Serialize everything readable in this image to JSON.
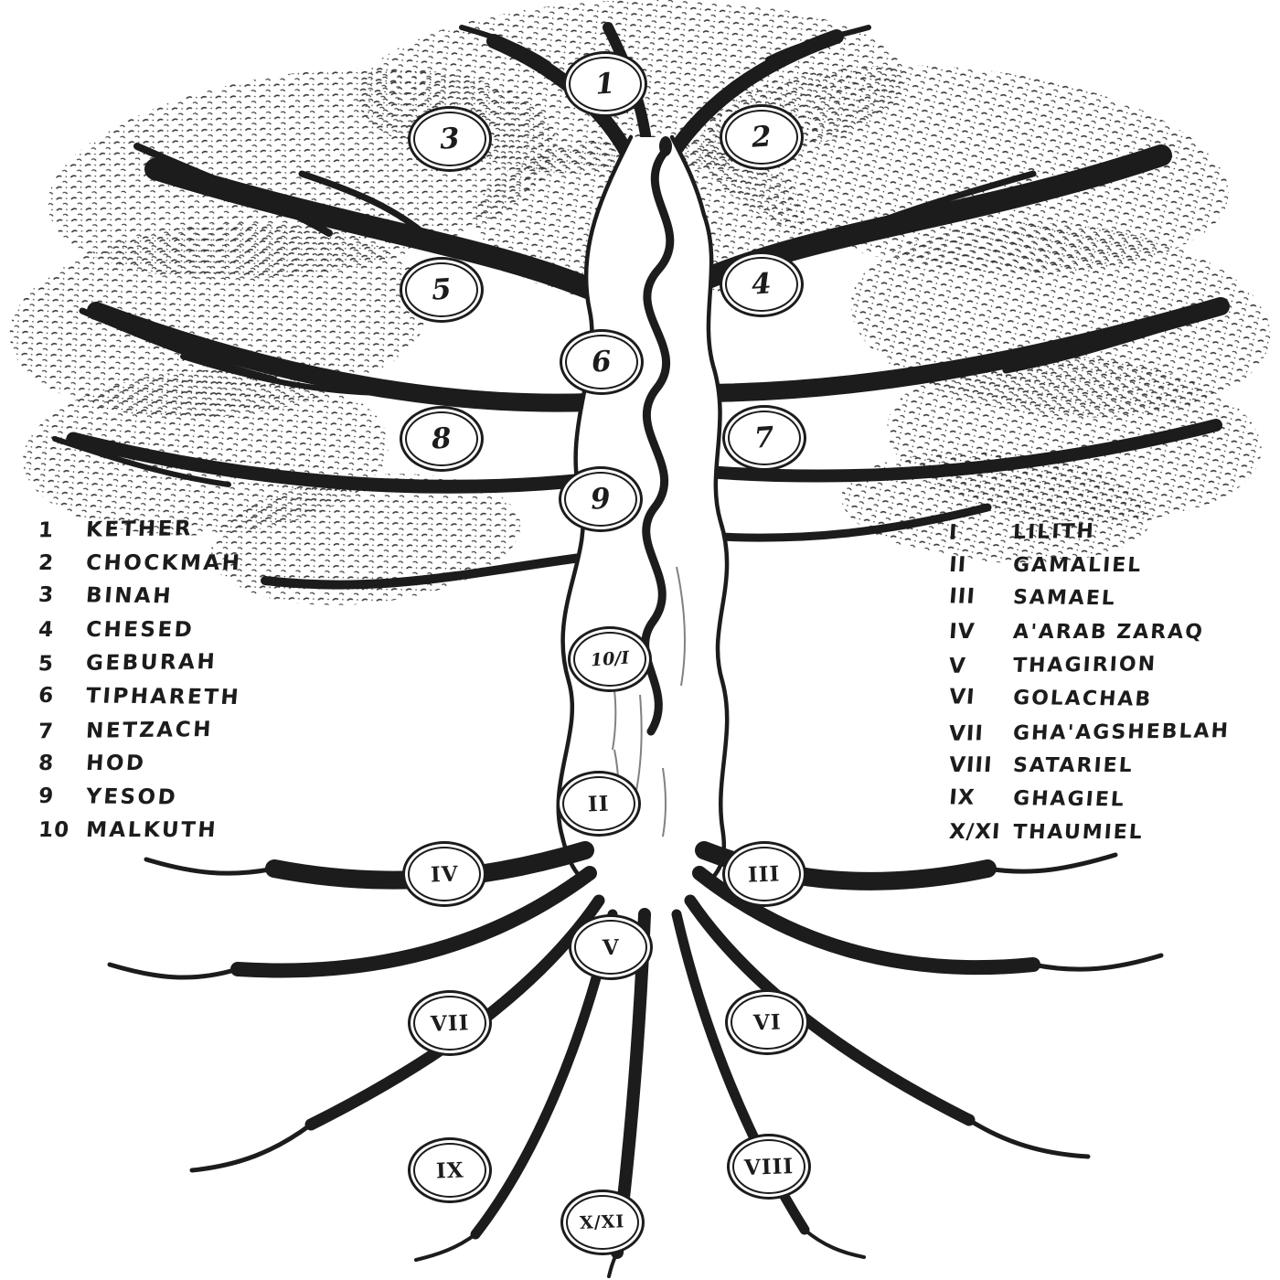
{
  "canvas": {
    "background": "#ffffff",
    "ink": "#1c1c1c"
  },
  "sephiroth_legend": {
    "items": [
      {
        "num": "1",
        "name": "KETHER"
      },
      {
        "num": "2",
        "name": "CHOCKMAH"
      },
      {
        "num": "3",
        "name": "BINAH"
      },
      {
        "num": "4",
        "name": "CHESED"
      },
      {
        "num": "5",
        "name": "GEBURAH"
      },
      {
        "num": "6",
        "name": "TIPHARETH"
      },
      {
        "num": "7",
        "name": "NETZACH"
      },
      {
        "num": "8",
        "name": "HOD"
      },
      {
        "num": "9",
        "name": "YESOD"
      },
      {
        "num": "10",
        "name": "MALKUTH"
      }
    ]
  },
  "qliphoth_legend": {
    "items": [
      {
        "num": "I",
        "name": "LILITH"
      },
      {
        "num": "II",
        "name": "GAMALIEL"
      },
      {
        "num": "III",
        "name": "SAMAEL"
      },
      {
        "num": "IV",
        "name": "A'ARAB ZARAQ"
      },
      {
        "num": "V",
        "name": "THAGIRION"
      },
      {
        "num": "VI",
        "name": "GOLACHAB"
      },
      {
        "num": "VII",
        "name": "GHA'AGSHEBLAH"
      },
      {
        "num": "VIII",
        "name": "SATARIEL"
      },
      {
        "num": "IX",
        "name": "GHAGIEL"
      },
      {
        "num": "X/XI",
        "name": "THAUMIEL"
      }
    ]
  },
  "tree_nodes": {
    "sephiroth": [
      {
        "label": "1"
      },
      {
        "label": "2"
      },
      {
        "label": "3"
      },
      {
        "label": "4"
      },
      {
        "label": "5"
      },
      {
        "label": "6"
      },
      {
        "label": "7"
      },
      {
        "label": "8"
      },
      {
        "label": "9"
      }
    ],
    "shared_malkuth_lilith": {
      "label": "10/I"
    },
    "qliphoth": [
      {
        "label": "II"
      },
      {
        "label": "III"
      },
      {
        "label": "IV"
      },
      {
        "label": "V"
      },
      {
        "label": "VI"
      },
      {
        "label": "VII"
      },
      {
        "label": "VIII"
      },
      {
        "label": "IX"
      }
    ],
    "shared_thaumiel": {
      "label": "X/XI"
    }
  }
}
